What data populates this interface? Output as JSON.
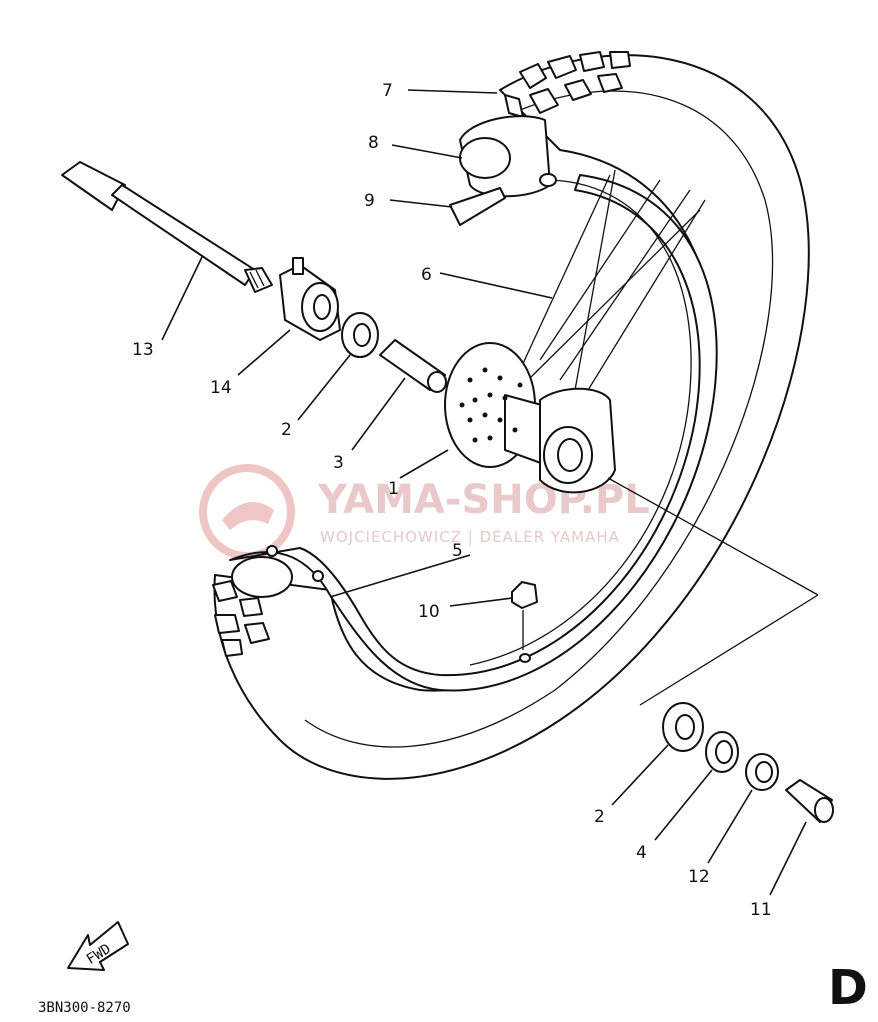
{
  "labels": {
    "p1": "1",
    "p2a": "2",
    "p2b": "2",
    "p3": "3",
    "p4": "4",
    "p5": "5",
    "p6": "6",
    "p7": "7",
    "p8": "8",
    "p9": "9",
    "p10": "10",
    "p11": "11",
    "p12": "12",
    "p13": "13",
    "p14": "14"
  },
  "watermark": {
    "title": "YAMA-SHOP.PL",
    "subtitle": "WOJCIECHOWICZ | DEALER YAMAHA"
  },
  "fwd_label": "FWD",
  "diagram_code": "3BN300-8270",
  "section_letter": "D"
}
